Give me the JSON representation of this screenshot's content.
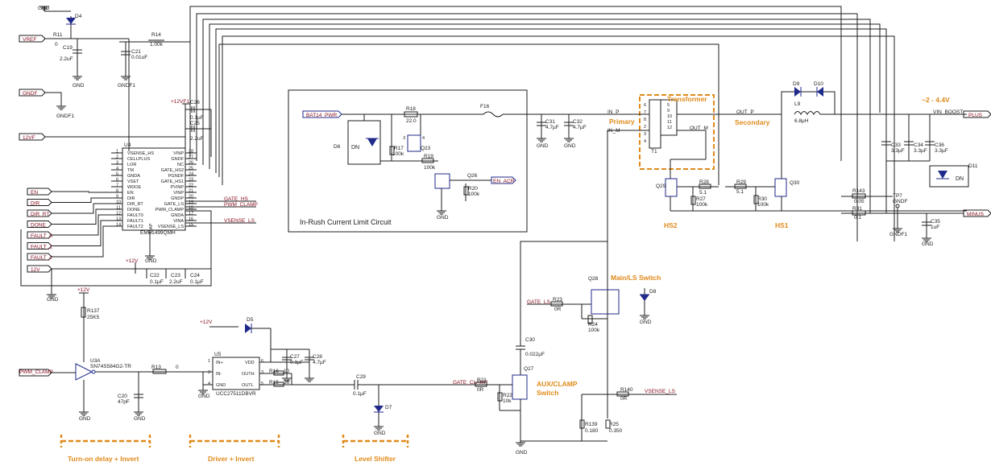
{
  "ports": {
    "vref": "VREF",
    "gndf": "GNDF",
    "v12f": "12VF",
    "en": "EN",
    "dir": "DIR",
    "dir_rt": "DIR_RT",
    "done": "DONE",
    "fault0": "FAULT_0",
    "fault1": "FAULT_1",
    "fault2": "FAULT_2",
    "v12": "12V",
    "plus": "PLUS",
    "minus": "MINUS",
    "pwm_clamp": "PWM_CLAMP"
  },
  "labels": {
    "gnd": "GND",
    "gndf": "GNDF",
    "gndf1": "GNDF1",
    "p12vf1": "+12VF1",
    "p12v": "+12V",
    "r11": "R11",
    "r11v": "0",
    "c19": "C19",
    "c19v": "2.2uF",
    "r14": "R14",
    "r14v": "1.00k",
    "c21": "C21",
    "c21v": "0.01uF",
    "d4": "D4",
    "c26": "C26",
    "c26v": "0.1µF",
    "c25": "C25",
    "c25v": "2.2uF",
    "u4": "U4",
    "u4part": "EMB1499QMH",
    "dap": "DAP",
    "c22": "C22",
    "c22v": "0.1µF",
    "c23": "C23",
    "c23v": "2.2uF",
    "c24": "C24",
    "c24v": "0.1µF",
    "bat14": "BAT14_PWR",
    "r18": "R18",
    "r18v": "22.0",
    "f16": "F16",
    "d6": "D6",
    "r17": "R17",
    "r17v": "100k",
    "q23": "Q23",
    "r19": "R19",
    "r19v": "100k",
    "q26": "Q26",
    "en_acr": "EN_ACR",
    "r20": "R20",
    "r20v": "100k",
    "c31": "C31",
    "c31v": "4.7µF",
    "c32": "C32",
    "c32v": "4.7µF",
    "inrush": "In-Rush Current Limit Circuit",
    "in_p": "IN_P",
    "in_m": "IN_M",
    "out_p": "OUT_P",
    "out_m": "OUT_M",
    "primary": "Primary",
    "secondary": "Secondary",
    "transformer": "Transformer",
    "t1": "T1",
    "q29": "Q29",
    "r28": "R28",
    "r28v": "5.1",
    "r27": "R27",
    "r27v": "100k",
    "hs2": "HS2",
    "r29": "R29",
    "r29v": "5.1",
    "r30": "R30",
    "r30v": "100k",
    "q30": "Q30",
    "hs1": "HS1",
    "d9": "D9",
    "d10": "D10",
    "l9": "L9",
    "l9v": "6.8µH",
    "range": "~2 - 4.4V",
    "vin_boost": "VIN_BOOST",
    "c33": "C33",
    "c33v": "3.3µF",
    "c34": "C34",
    "c34v": "3.3µF",
    "c36": "C36",
    "c36v": "3.3µF",
    "d11": "D11",
    "r143": "R143",
    "r143v": "0.05",
    "r31": "R31",
    "r31v": "0.1",
    "tp7": "TP7",
    "c35": "C35",
    "c35v": "1uF",
    "r137": "R137",
    "r137v": "25K5",
    "u3a": "U3A",
    "u3part": "SN74S584G2-TR",
    "r13": "R13",
    "r13v": "0",
    "c20": "C20",
    "c20v": "47pF",
    "d5": "D5",
    "u5": "U5",
    "u5part": "UCC27511DBVR",
    "c27": "C27",
    "c27v": "0.1µF",
    "c28": "C28",
    "c28v": "4.7µF",
    "r16": "R16",
    "r16v": "10",
    "r15": "R15",
    "r15v": "10",
    "c29": "C29",
    "c29v": "0.1µF",
    "d7": "D7",
    "gate_clamp": "GATE_CLAMP",
    "r21": "R21",
    "r21v": "0R",
    "r22": "R22",
    "r22v": "10k",
    "q27": "Q27",
    "c30": "C30",
    "c30v": "0.022µF",
    "aux": "AUX/CLAMP",
    "aux2": "Switch",
    "gate_ls": "GATE_LS",
    "r23": "R23",
    "r23v": "0R",
    "r24": "R24",
    "r24v": "100k",
    "q28": "Q28",
    "main_ls": "Main/LS Switch",
    "d8": "D8",
    "r140": "R140",
    "r140v": "0R",
    "vsense_ls": "VSENSE_LS",
    "r139": "R139",
    "r139v": "0.180",
    "r25": "R25",
    "r25v": "0.350",
    "gate_hs": "GATE_HS",
    "pwm_clamp_net": "PWM_CLAMP",
    "vsense_ls_net": "VSENSE_LS",
    "turnon": "Turn-on delay + Invert",
    "driver": "Driver + Invert",
    "level": "Level Shifter"
  },
  "u4_pins_left": [
    "VSENSE_HS",
    "CELLPLUS",
    "LOR",
    "TM",
    "GNDA",
    "VSET",
    "WDOE",
    "EN",
    "DIR",
    "DIR_RT",
    "DONE",
    "FAULT0",
    "FAULT1",
    "FAULT2"
  ],
  "u4_pins_left_num": [
    "1",
    "2",
    "3",
    "4",
    "5",
    "6",
    "7",
    "8",
    "9",
    "10",
    "11",
    "12",
    "13",
    "14"
  ],
  "u4_pins_right": [
    "VINP",
    "GNDF",
    "NC",
    "GATE_HS2",
    "PGNDF",
    "GATE_HS1",
    "PVINP",
    "VINP",
    "GNDP",
    "GATE_LS",
    "PWM_CLAMP",
    "GNDA",
    "VINA",
    "VSENSE_LS"
  ],
  "u4_pins_right_num": [
    "28",
    "27",
    "26",
    "25",
    "24",
    "23",
    "22",
    "21",
    "20",
    "19",
    "18",
    "17",
    "16",
    "15"
  ],
  "u5_pins": [
    "IN+",
    "IN-",
    "GND",
    "VDD",
    "OUTH",
    "OUTL"
  ],
  "u5_pin_nums": [
    "1",
    "2",
    "4",
    "6",
    "3",
    "5"
  ],
  "t1_pins_left": [
    "6",
    "7",
    "8",
    "2",
    "3",
    "4"
  ],
  "t1_pins_right": [
    "5",
    "9",
    "10",
    "11",
    "12"
  ],
  "colors": {
    "wire": "#1c1c1c",
    "net": "#1f2a8a",
    "netlabel": "#8a1020",
    "annotation": "#e08a1a"
  }
}
